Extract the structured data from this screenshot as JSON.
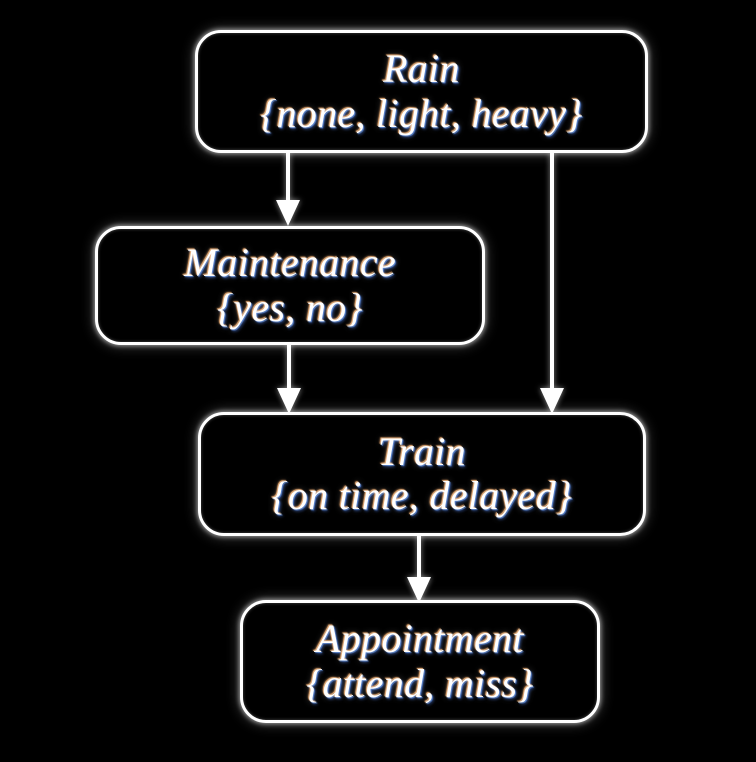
{
  "diagram": {
    "type": "bayesian-network",
    "background_color": "#000000",
    "stroke_color": "#ffffff",
    "nodes": [
      {
        "id": "rain",
        "name": "Rain",
        "states": "{none, light, heavy}",
        "state_list": [
          "none",
          "light",
          "heavy"
        ]
      },
      {
        "id": "maintenance",
        "name": "Maintenance",
        "states": "{yes, no}",
        "state_list": [
          "yes",
          "no"
        ]
      },
      {
        "id": "train",
        "name": "Train",
        "states": "{on time, delayed}",
        "state_list": [
          "on time",
          "delayed"
        ]
      },
      {
        "id": "appointment",
        "name": "Appointment",
        "states": "{attend, miss}",
        "state_list": [
          "attend",
          "miss"
        ]
      }
    ],
    "edges": [
      {
        "from": "rain",
        "to": "maintenance"
      },
      {
        "from": "rain",
        "to": "train"
      },
      {
        "from": "maintenance",
        "to": "train"
      },
      {
        "from": "train",
        "to": "appointment"
      }
    ]
  }
}
